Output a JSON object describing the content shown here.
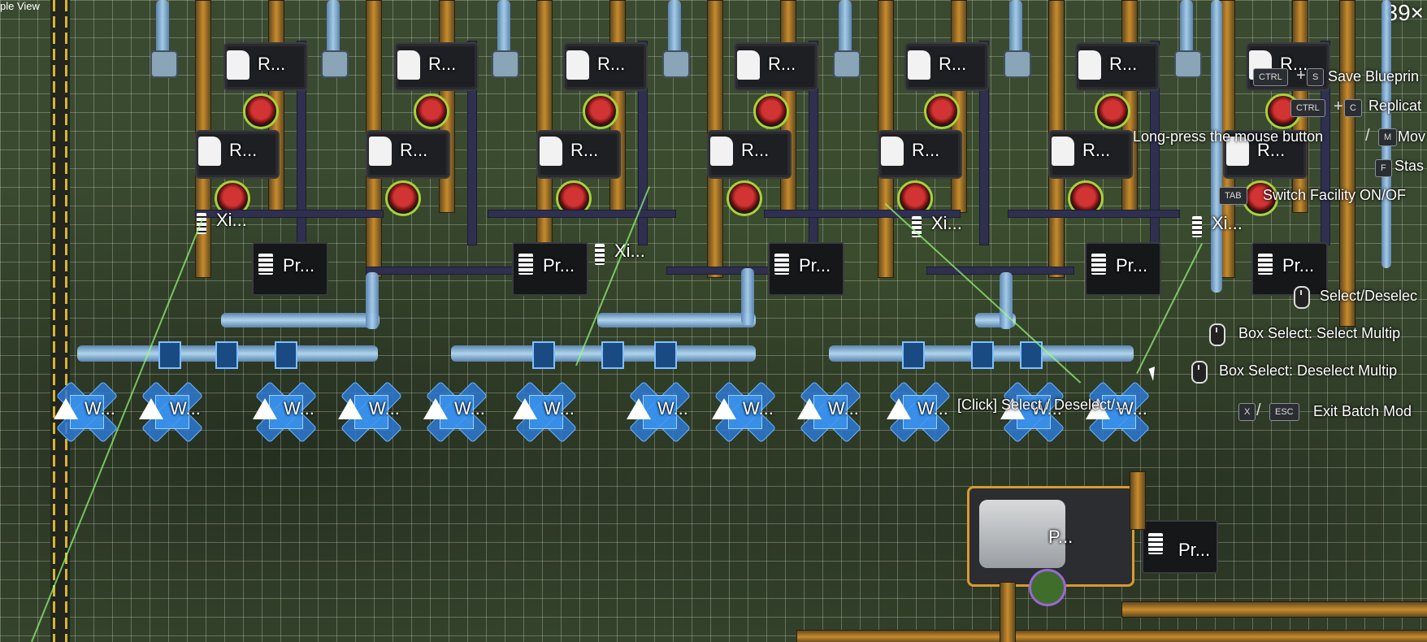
{
  "top_left_label": "ple View",
  "zoom_readout": "39×",
  "facilities": {
    "refinery_label": "R...",
    "storage_label": "Pr...",
    "xi_label": "Xi...",
    "pump_label": "W...",
    "hub_label": "P..."
  },
  "hud": {
    "click_hint": "[Click] Select / Deselect/...",
    "shortcuts": [
      {
        "keys": [
          "CTRL",
          "S"
        ],
        "label": "Save Blueprin"
      },
      {
        "keys": [
          "CTRL",
          "C"
        ],
        "label": "Replicat"
      },
      {
        "keys": [
          "M"
        ],
        "prefix": "Long-press the mouse button",
        "label": "Mov"
      },
      {
        "keys": [
          "F"
        ],
        "label": "Stas"
      },
      {
        "keys": [
          "TAB"
        ],
        "label": "Switch Facility ON/OF"
      },
      {
        "keys": [],
        "label": "Select/Deselec"
      },
      {
        "keys": [],
        "label": "Box Select: Select Multip"
      },
      {
        "keys": [],
        "label": "Box Select: Deselect Multip"
      },
      {
        "keys": [
          "X",
          "ESC"
        ],
        "label": "Exit Batch Mod"
      }
    ]
  },
  "colors": {
    "ground": "#3a4a30",
    "grid": "#ebf0e1",
    "conveyor_orange": "#c98b2a",
    "pipe_blue": "#a9d0ef",
    "pump_blue": "#2d78d2",
    "gem_red": "#d23333",
    "gem_ring": "#a6d23a",
    "hazard_yellow": "#d9b433"
  }
}
